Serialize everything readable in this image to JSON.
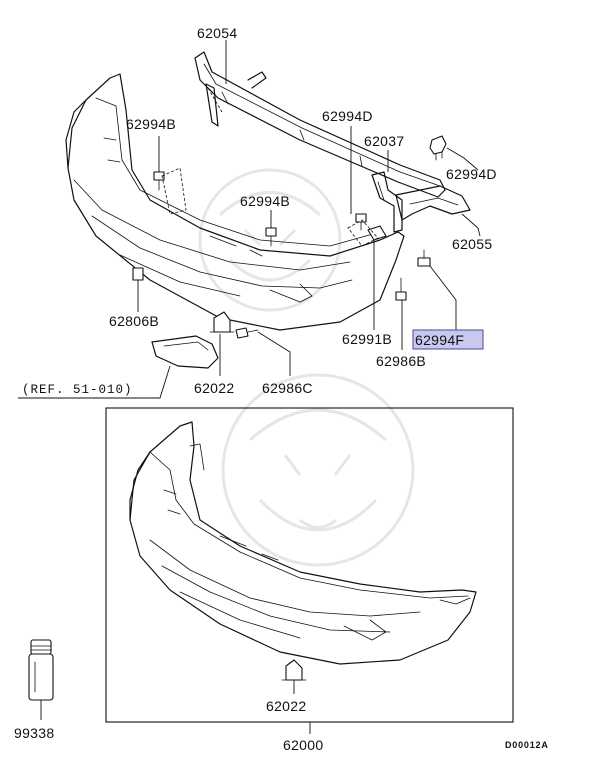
{
  "diagram": {
    "labels": {
      "p62054": "62054",
      "p62994B_left": "62994B",
      "p62994D_top": "62994D",
      "p62037": "62037",
      "p62994D_right": "62994D",
      "p62994B_mid": "62994B",
      "p62055": "62055",
      "p62806B": "62806B",
      "p62991B": "62991B",
      "p62994F": "62994F",
      "p62986B": "62986B",
      "p62022_top": "62022",
      "p62986C": "62986C",
      "p62022_bottom": "62022",
      "p62000": "62000",
      "p99338": "99338"
    },
    "reference": "(REF. 51-010)",
    "drawing_code": "D00012A",
    "highlight_color": "#c8c8f0"
  }
}
